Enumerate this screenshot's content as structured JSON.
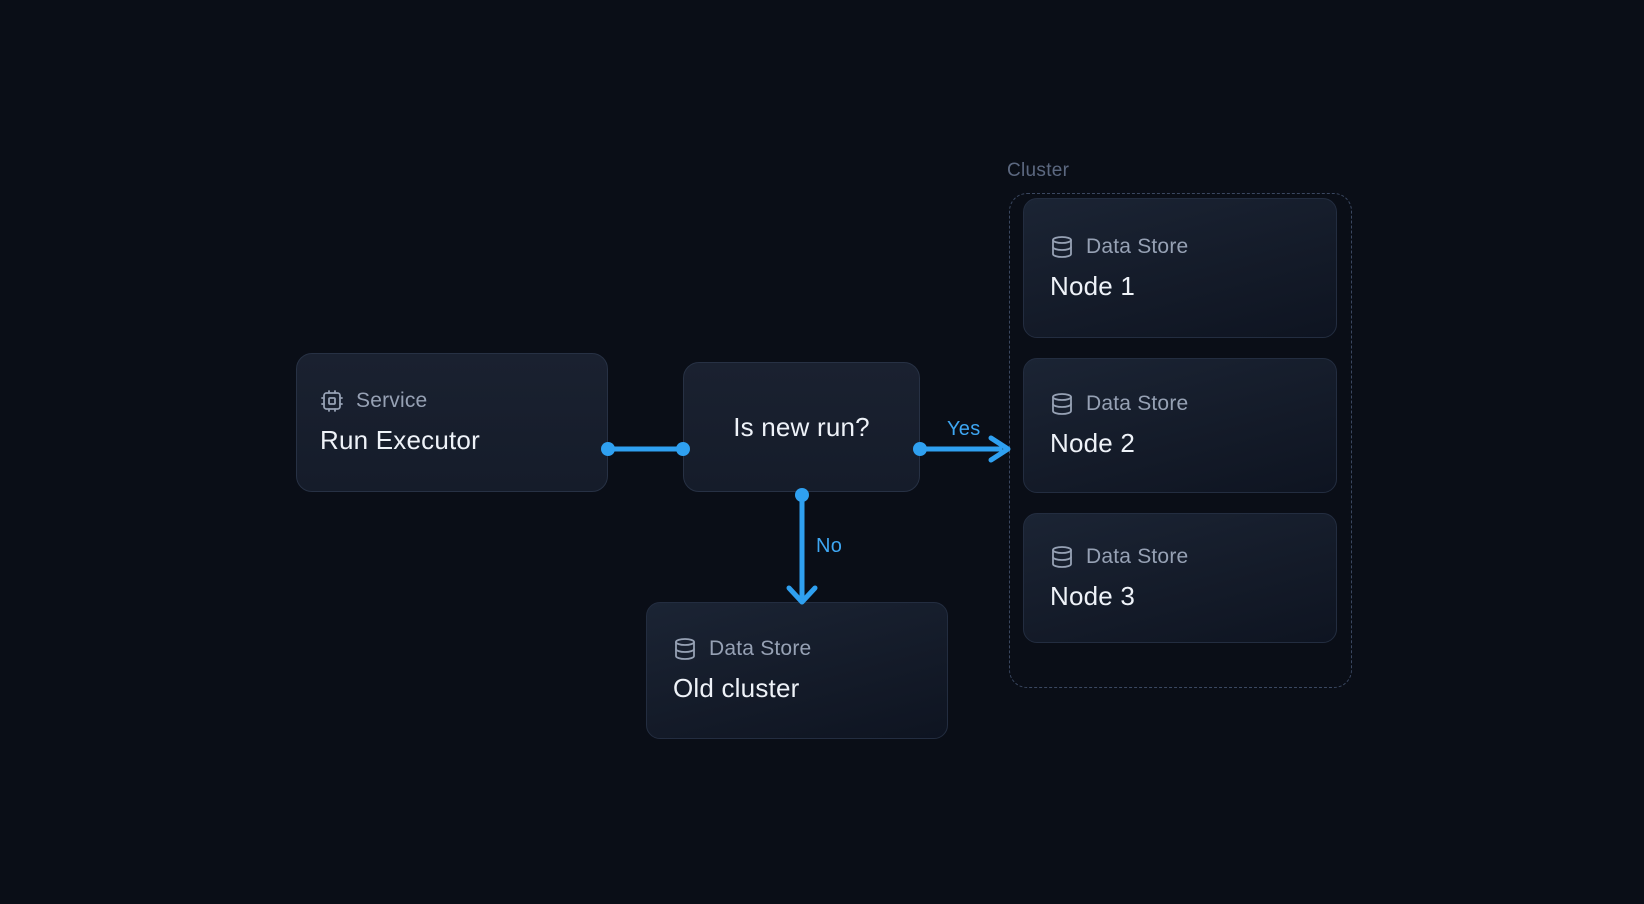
{
  "diagram": {
    "background_color": "#0a0e17",
    "accent_color": "#2fa0f0",
    "card_color": "#161d2b",
    "muted_label_color": "#96a1b4",
    "title_color": "#eef2f8"
  },
  "flow": {
    "service": {
      "icon": "cpu-icon",
      "type_label": "Service",
      "title": "Run Executor"
    },
    "decision": {
      "title": "Is new run?"
    },
    "old_cluster": {
      "icon": "database-icon",
      "type_label": "Data Store",
      "title": "Old cluster"
    },
    "cluster": {
      "label": "Cluster",
      "nodes": [
        {
          "icon": "database-icon",
          "type_label": "Data Store",
          "title": "Node 1"
        },
        {
          "icon": "database-icon",
          "type_label": "Data Store",
          "title": "Node 2"
        },
        {
          "icon": "database-icon",
          "type_label": "Data Store",
          "title": "Node 3"
        }
      ]
    }
  },
  "edges": {
    "yes_label": "Yes",
    "no_label": "No"
  }
}
